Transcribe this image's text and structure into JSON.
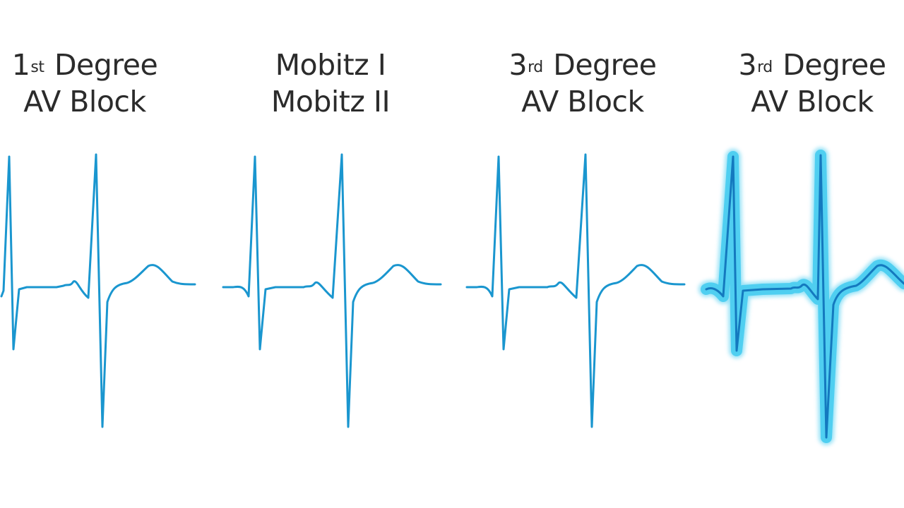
{
  "panels": [
    {
      "id": "first-degree",
      "title_line1_main": "1",
      "title_line1_sup": "st",
      "title_line1_rest": " Degree",
      "title_line2": "AV Block",
      "highlighted": false
    },
    {
      "id": "mobitz",
      "title_line1": "Mobitz I",
      "title_line2": "Mobitz II",
      "highlighted": false
    },
    {
      "id": "third-degree-a",
      "title_line1_main": "3",
      "title_line1_sup": "rd",
      "title_line1_rest": " Degree",
      "title_line2": "AV Block",
      "highlighted": false
    },
    {
      "id": "third-degree-b",
      "title_line1_main": "3",
      "title_line1_sup": "rd",
      "title_line1_rest": " Degree",
      "title_line2": "AV Block",
      "highlighted": true
    }
  ],
  "colors": {
    "trace": "#1a96cf",
    "trace_highlight": "#1479bf",
    "glow": "#47ccf0",
    "text": "#2b2b2b"
  }
}
